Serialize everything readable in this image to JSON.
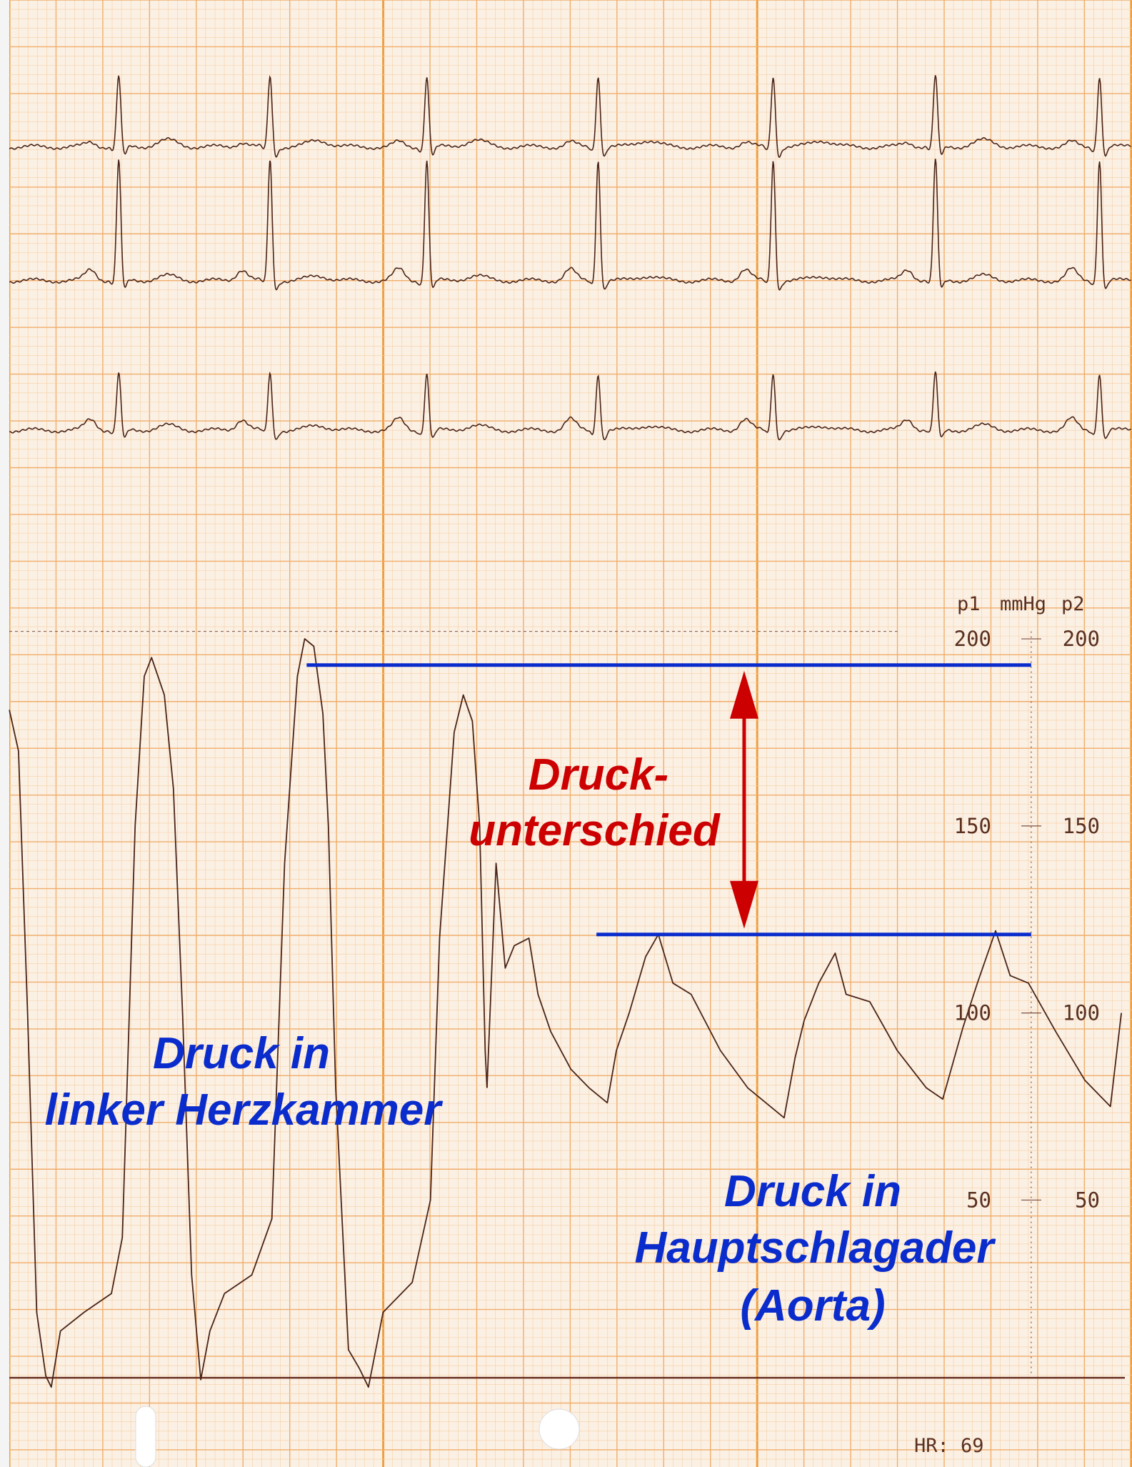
{
  "chart_data": {
    "type": "line",
    "title": "",
    "ecg": {
      "leads": 3,
      "r_peak_times_s": [
        0.6,
        1.43,
        2.29,
        3.23,
        4.19,
        5.08,
        5.98
      ],
      "r_amplitude_rel": [
        1.0,
        1.7,
        0.8
      ]
    },
    "pressure_axis": {
      "unit": "mmHg",
      "left_label": "p1",
      "right_label": "p2",
      "ticks": [
        200,
        150,
        100,
        50
      ],
      "ylim": [
        0,
        200
      ]
    },
    "series": [
      {
        "name": "Druck in linker Herzkammer",
        "x_unit": "s",
        "points": [
          [
            0,
            181
          ],
          [
            0.05,
            170
          ],
          [
            0.1,
            100
          ],
          [
            0.15,
            20
          ],
          [
            0.2,
            3
          ],
          [
            0.23,
            0
          ],
          [
            0.28,
            15
          ],
          [
            0.41,
            20
          ],
          [
            0.56,
            25
          ],
          [
            0.62,
            40
          ],
          [
            0.69,
            150
          ],
          [
            0.74,
            190
          ],
          [
            0.78,
            195
          ],
          [
            0.85,
            185
          ],
          [
            0.9,
            160
          ],
          [
            0.95,
            100
          ],
          [
            1.0,
            30
          ],
          [
            1.05,
            2
          ],
          [
            1.1,
            15
          ],
          [
            1.18,
            25
          ],
          [
            1.33,
            30
          ],
          [
            1.44,
            45
          ],
          [
            1.51,
            140
          ],
          [
            1.58,
            190
          ],
          [
            1.62,
            200
          ],
          [
            1.67,
            198
          ],
          [
            1.72,
            180
          ],
          [
            1.75,
            150
          ],
          [
            1.79,
            80
          ],
          [
            1.86,
            10
          ],
          [
            1.92,
            5
          ],
          [
            1.97,
            0
          ],
          [
            2.05,
            20
          ],
          [
            2.21,
            28
          ],
          [
            2.31,
            50
          ],
          [
            2.36,
            120
          ],
          [
            2.44,
            175
          ],
          [
            2.49,
            185
          ],
          [
            2.54,
            178
          ],
          [
            2.58,
            150
          ],
          [
            2.61,
            90
          ],
          [
            2.62,
            80
          ]
        ]
      },
      {
        "name": "Druck in Hauptschlagader (Aorta)",
        "x_unit": "s",
        "points": [
          [
            2.62,
            80
          ],
          [
            2.67,
            140
          ],
          [
            2.72,
            112
          ],
          [
            2.77,
            118
          ],
          [
            2.85,
            120
          ],
          [
            2.9,
            105
          ],
          [
            2.97,
            95
          ],
          [
            3.08,
            85
          ],
          [
            3.18,
            80
          ],
          [
            3.28,
            76
          ],
          [
            3.33,
            90
          ],
          [
            3.4,
            100
          ],
          [
            3.49,
            115
          ],
          [
            3.56,
            121
          ],
          [
            3.64,
            108
          ],
          [
            3.74,
            105
          ],
          [
            3.9,
            90
          ],
          [
            4.05,
            80
          ],
          [
            4.25,
            72
          ],
          [
            4.31,
            88
          ],
          [
            4.36,
            98
          ],
          [
            4.44,
            108
          ],
          [
            4.53,
            116
          ],
          [
            4.59,
            105
          ],
          [
            4.72,
            103
          ],
          [
            4.87,
            90
          ],
          [
            5.03,
            80
          ],
          [
            5.12,
            77
          ],
          [
            5.23,
            96
          ],
          [
            5.31,
            108
          ],
          [
            5.41,
            122
          ],
          [
            5.49,
            110
          ],
          [
            5.59,
            108
          ],
          [
            5.74,
            95
          ],
          [
            5.9,
            82
          ],
          [
            6.04,
            75
          ],
          [
            6.1,
            100
          ]
        ]
      }
    ],
    "reference_lines": {
      "upper_mmHg": 193,
      "lower_mmHg": 121
    }
  },
  "annotations": {
    "difference_line1": "Druck-",
    "difference_line2": "unterschied",
    "lv_line1": "Druck in",
    "lv_line2": "linker Herzkammer",
    "aorta_line1": "Druck in",
    "aorta_line2": "Hauptschlagader",
    "aorta_line3": "(Aorta)"
  },
  "axis_labels": {
    "p1": "p1",
    "unit": "mmHg",
    "p2": "p2",
    "left_ticks": [
      "200",
      "150",
      "100",
      "50"
    ],
    "right_ticks": [
      "200",
      "150",
      "100",
      "50"
    ]
  },
  "footer": {
    "heart_rate": "HR: 69"
  },
  "colors": {
    "trace": "#4a2418",
    "grid_fine": "#f6cfa4",
    "grid_major": "#f0ad6a",
    "grid_bold": "#eea040",
    "blue": "#0a2ccc",
    "red": "#cc0000"
  }
}
